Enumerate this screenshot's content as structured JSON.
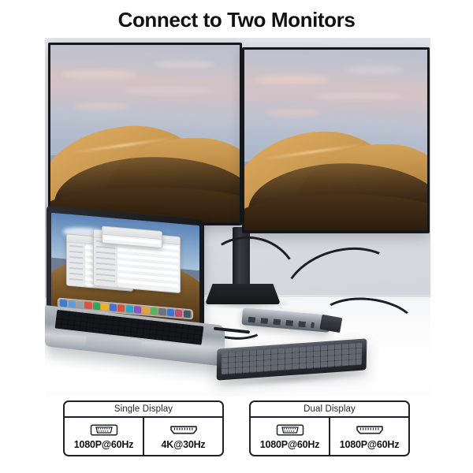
{
  "title": "Connect to Two Monitors",
  "scene": {
    "monitor_left": {
      "name": "external-monitor-left",
      "wallpaper": "desert-dune-sunset"
    },
    "monitor_right": {
      "name": "external-monitor-right",
      "wallpaper": "desert-dune-sunset"
    },
    "laptop": {
      "name": "laptop-macbook",
      "wallpaper": "desert-dune-daylight"
    },
    "hub": {
      "name": "usb-c-hub-dock"
    },
    "keyboard": {
      "name": "external-keyboard"
    },
    "stand": {
      "name": "dual-monitor-stand"
    }
  },
  "colors": {
    "title_text": "#111114",
    "box_border": "#1f2126",
    "wall": "#dcdfe4",
    "desk": "#ffffff",
    "monitor_bezel": "#16171a",
    "hub_body": "#9ba1aa",
    "keyboard_body": "#2b2e34"
  },
  "specs": [
    {
      "header": "Single Display",
      "cells": [
        {
          "icon": "vga-port-icon",
          "value": "1080P@60Hz"
        },
        {
          "icon": "hdmi-port-icon",
          "value": "4K@30Hz"
        }
      ]
    },
    {
      "header": "Dual Display",
      "cells": [
        {
          "icon": "vga-port-icon",
          "value": "1080P@60Hz"
        },
        {
          "icon": "hdmi-port-icon",
          "value": "1080P@60Hz"
        }
      ]
    }
  ]
}
